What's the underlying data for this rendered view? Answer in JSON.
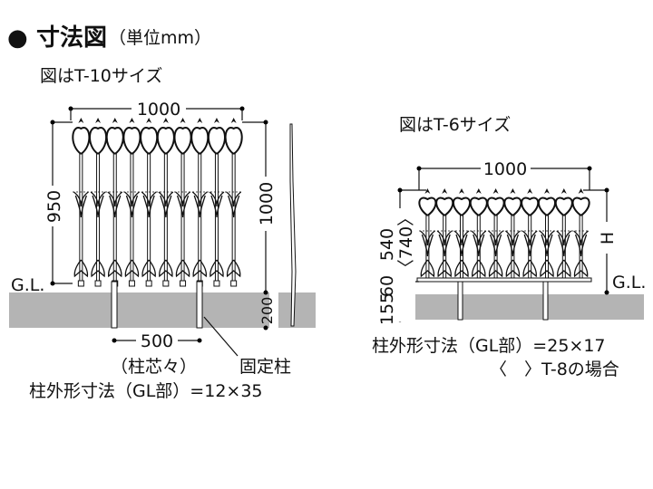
{
  "title": {
    "bullet": "●",
    "main": "寸法図",
    "unit": "（単位mm）"
  },
  "left": {
    "caption": "図はT-10サイズ",
    "width_dim": "1000",
    "height_dim": "950",
    "total_height_dim": "1000",
    "embed_dim": "200",
    "gl_label": "G.L.",
    "post_pitch_dim": "500",
    "post_pitch_note": "（柱芯々）",
    "fixed_post_label": "固定柱",
    "post_size_note": "柱外形寸法（GL部）=12×35",
    "pickets": 10
  },
  "right": {
    "caption": "図はT-6サイズ",
    "width_dim": "1000",
    "height_dim": "540",
    "height_dim_alt": "〈740〉",
    "clearance_dim": "60",
    "embed_dim": "155",
    "h_label": "H",
    "gl_label": "G.L.",
    "post_size_note": "柱外形寸法（GL部）=25×17",
    "alt_note": "〈　〉T-8の場合",
    "pickets": 10
  },
  "colors": {
    "ground": "#b4b4b4",
    "line": "#111111"
  }
}
